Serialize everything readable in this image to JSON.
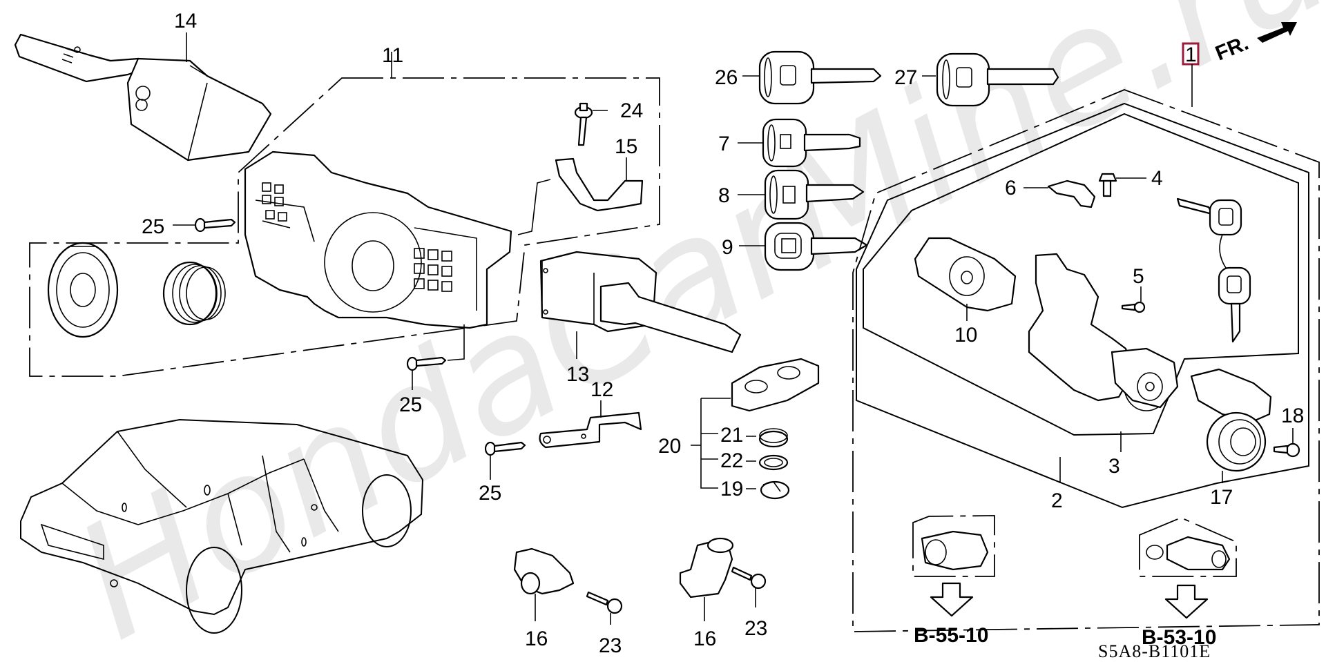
{
  "diagram": {
    "type": "exploded-parts-diagram",
    "watermark": "HondaCarMine.ru",
    "diagram_code": "S5A8-B1101E",
    "direction_indicator": "FR.",
    "highlighted_part": {
      "number": "1",
      "color": "#9b1b3a"
    },
    "references": [
      {
        "label": "B-55-10"
      },
      {
        "label": "B-53-10"
      }
    ],
    "callouts": {
      "c1": "1",
      "c2": "2",
      "c3": "3",
      "c4": "4",
      "c5": "5",
      "c6": "6",
      "c7": "7",
      "c8": "8",
      "c9": "9",
      "c10": "10",
      "c11": "11",
      "c12": "12",
      "c13": "13",
      "c14": "14",
      "c15": "15",
      "c16a": "16",
      "c16b": "16",
      "c17": "17",
      "c18": "18",
      "c19": "19",
      "c20": "20",
      "c21": "21",
      "c22": "22",
      "c23a": "23",
      "c23b": "23",
      "c24": "24",
      "c25a": "25",
      "c25b": "25",
      "c25c": "25",
      "c26": "26",
      "c27": "27"
    }
  }
}
